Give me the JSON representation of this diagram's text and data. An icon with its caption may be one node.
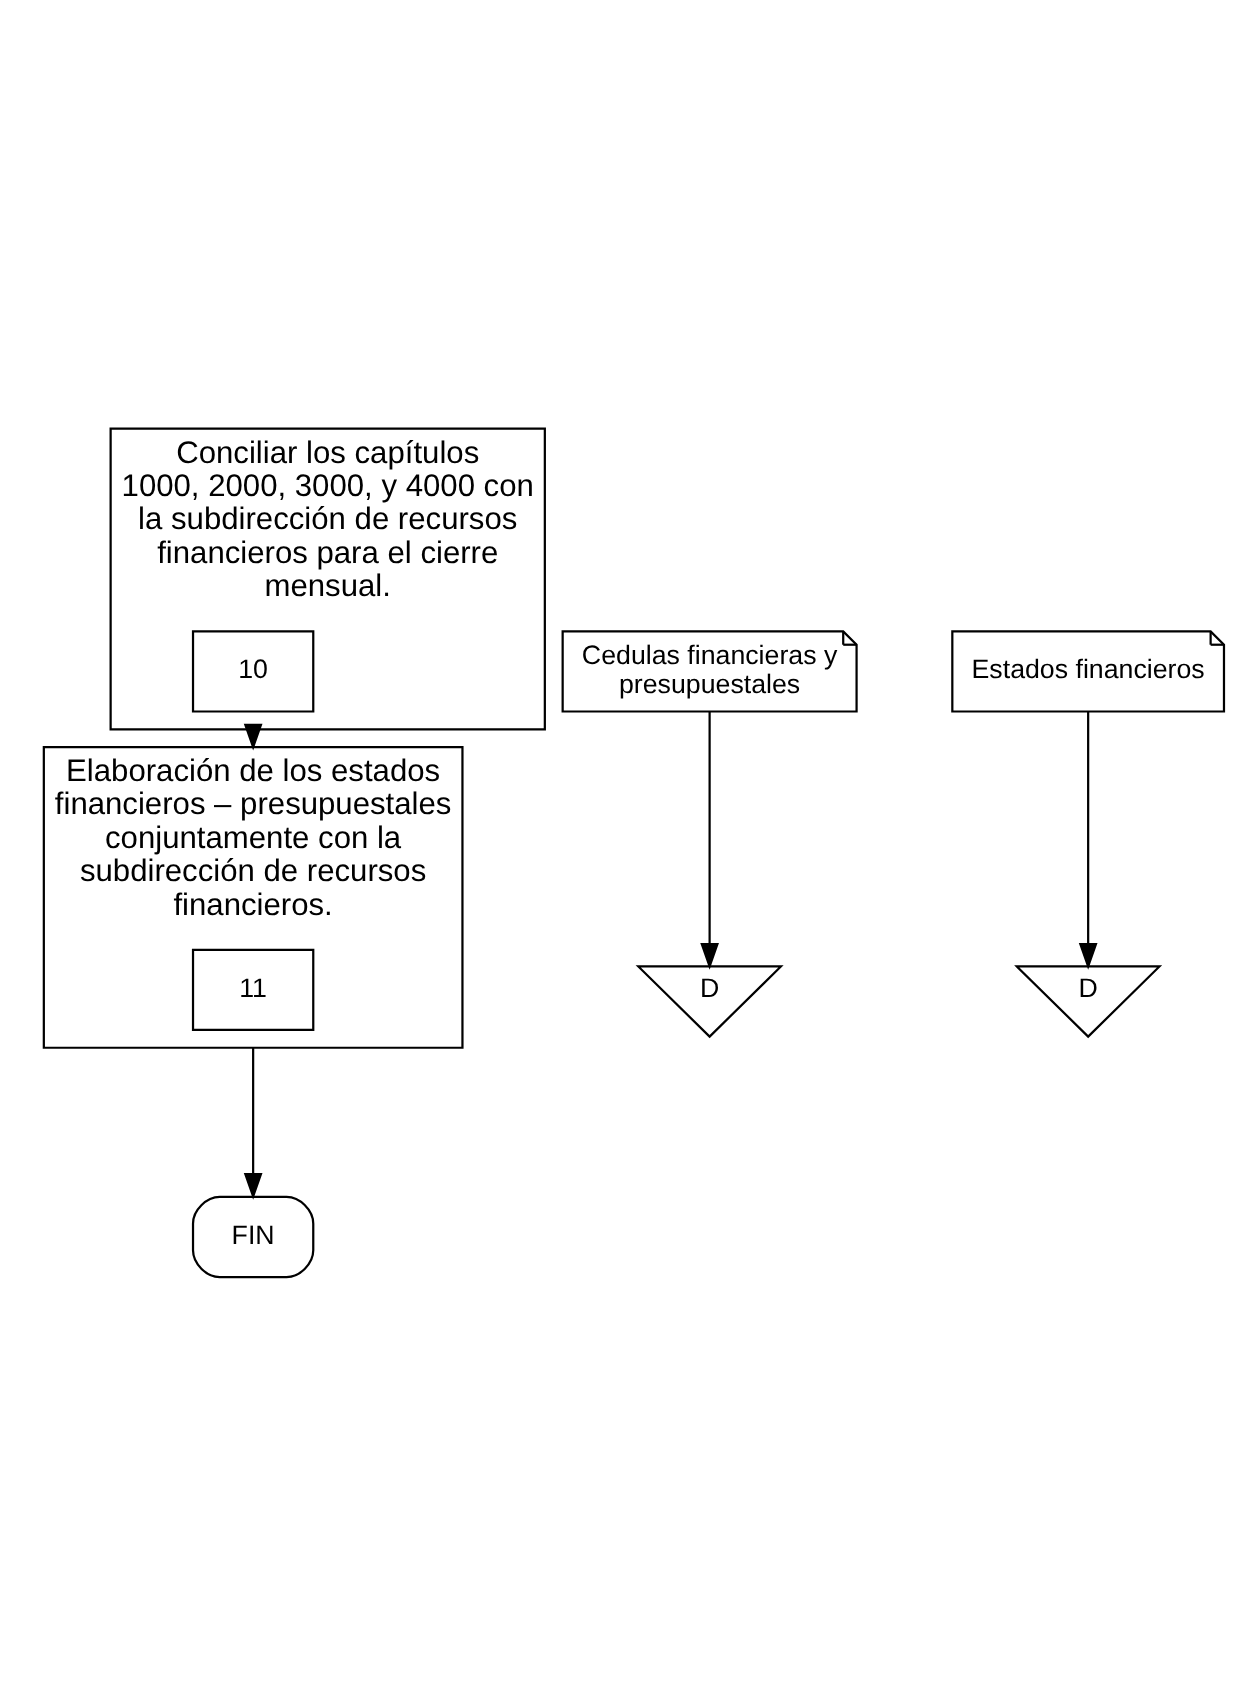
{
  "diagram": {
    "nodes": [
      {
        "text": [
          "Conciliar los capítulos 1000, 2000, 3000, y 4000 con la subdirección de recursos financieros para el cierre mensual."
        ]
      },
      {
        "text": [
          "10"
        ],
        "in": 0
      },
      {
        "text": [
          "Cedulas financieras y presupuestales"
        ]
      },
      {
        "text": [
          "D"
        ]
      },
      {
        "text": [
          "Elaboración de los estados financieros – presupuestales conjuntamente con la subdirección de recursos financieros."
        ]
      },
      {
        "text": [
          "11"
        ],
        "in": 4
      },
      {
        "text": [
          "Estados financieros"
        ]
      },
      {
        "text": [
          "D"
        ]
      },
      {
        "text": [
          "FIN"
        ]
      }
    ],
    "edges": [
      {
        "from": 0,
        "to": 4,
        "arrow": "to"
      },
      {
        "from": 4,
        "to": 8,
        "arrow": "to"
      },
      {
        "from": 2,
        "to": 3,
        "arrow": "to"
      },
      {
        "from": 6,
        "to": 7,
        "arrow": "to"
      }
    ]
  }
}
